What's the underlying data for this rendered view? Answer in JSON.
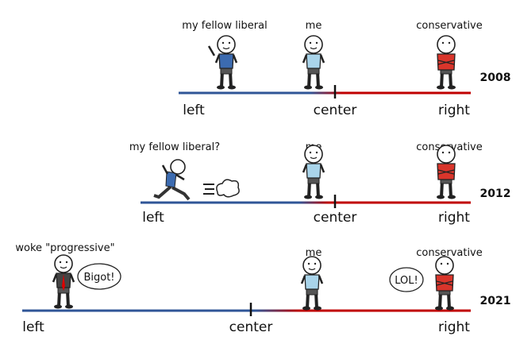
{
  "rows": [
    {
      "year": "2008",
      "left": "left",
      "center": "center",
      "right": "right",
      "label_liberal": "my fellow liberal",
      "label_me": "me",
      "label_conservative": "conservative"
    },
    {
      "year": "2012",
      "left": "left",
      "center": "center",
      "right": "right",
      "label_liberal": "my fellow liberal?",
      "label_me": "me",
      "label_conservative": "conservative"
    },
    {
      "year": "2021",
      "left": "left",
      "center": "center",
      "right": "right",
      "label_liberal": "woke \"progressive\"",
      "label_me": "me",
      "label_conservative": "conservative",
      "bubble_left": "Bigot!",
      "bubble_right": "LOL!"
    }
  ],
  "colors": {
    "left": "#2f5597",
    "right": "#c00000",
    "me_shirt": "#a9d4ea",
    "liberal_shirt": "#3c6bb0",
    "conservative_shirt": "#d9352b"
  }
}
